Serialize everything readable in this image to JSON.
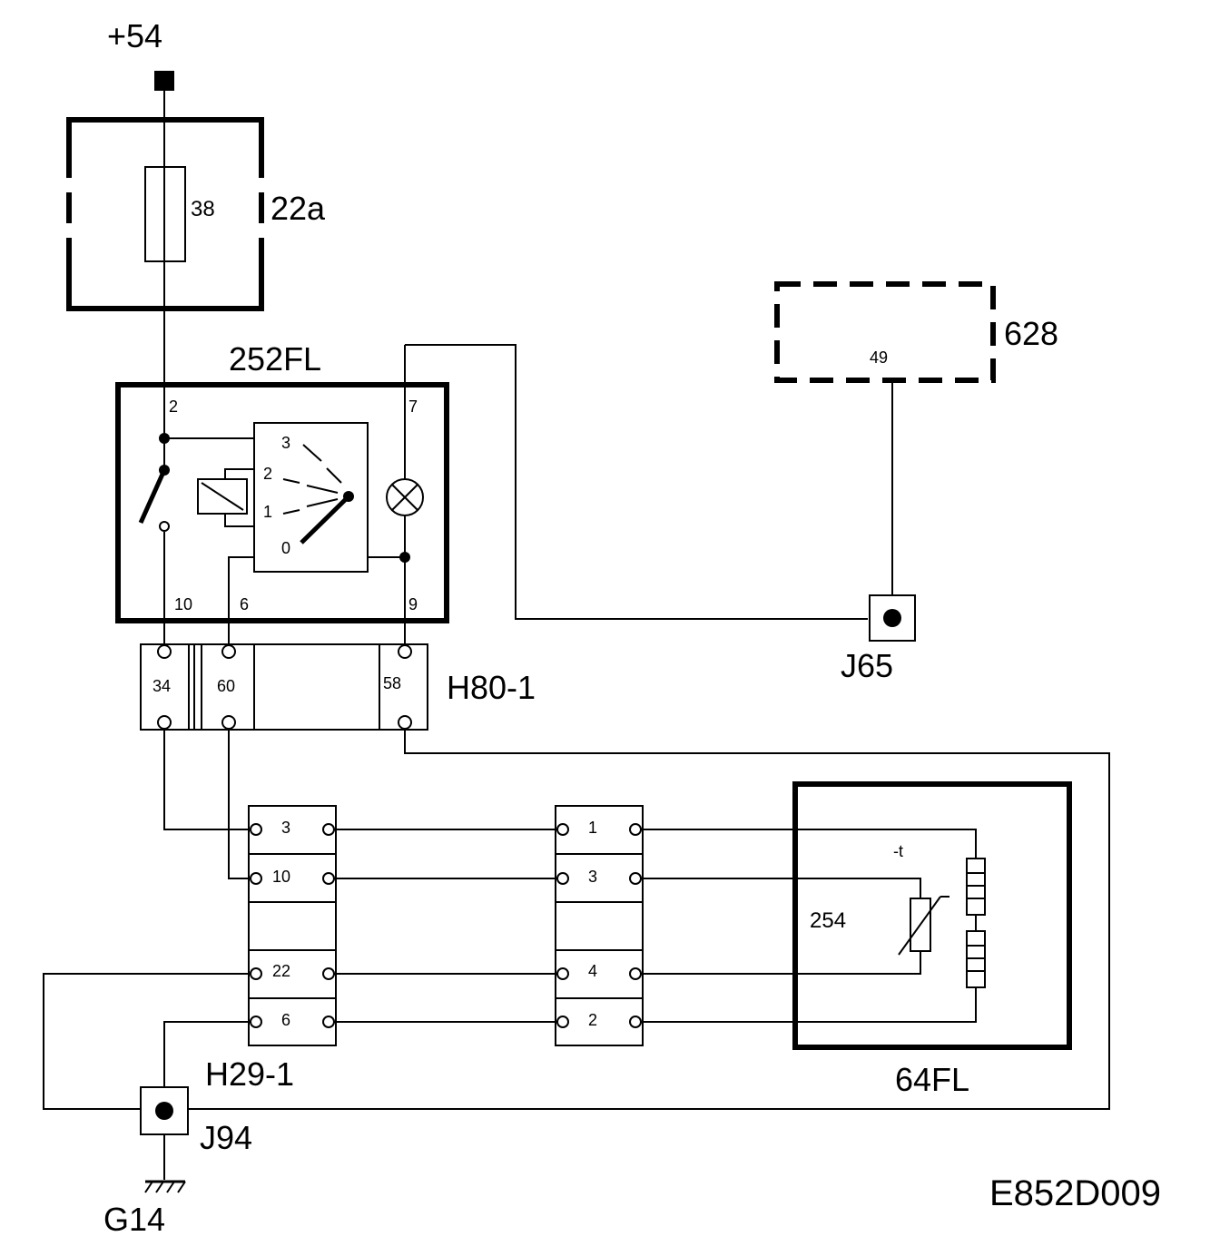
{
  "supply": {
    "label": "+54"
  },
  "fuse_box": {
    "id": "22a",
    "fuse": "38"
  },
  "switch_unit": {
    "id": "252FL",
    "pins": {
      "top_left": "2",
      "top_right": "7",
      "bottom_left": "10",
      "bottom_mid": "6",
      "bottom_right": "9"
    },
    "positions": [
      "3",
      "2",
      "1",
      "0"
    ]
  },
  "module_628": {
    "id": "628",
    "pin": "49"
  },
  "junction_j65": {
    "id": "J65"
  },
  "connector_h80": {
    "id": "H80-1",
    "pins": [
      "34",
      "60",
      "58"
    ]
  },
  "connector_h29": {
    "id": "H29-1",
    "pins": [
      "3",
      "10",
      "22",
      "6"
    ]
  },
  "connector_mid": {
    "pins": [
      "1",
      "3",
      "4",
      "2"
    ]
  },
  "sensor_64fl": {
    "id": "64FL",
    "element": "254",
    "thermistor_mark": "-t"
  },
  "junction_j94": {
    "id": "J94"
  },
  "ground_g14": {
    "id": "G14"
  },
  "diagram_code": "E852D009"
}
